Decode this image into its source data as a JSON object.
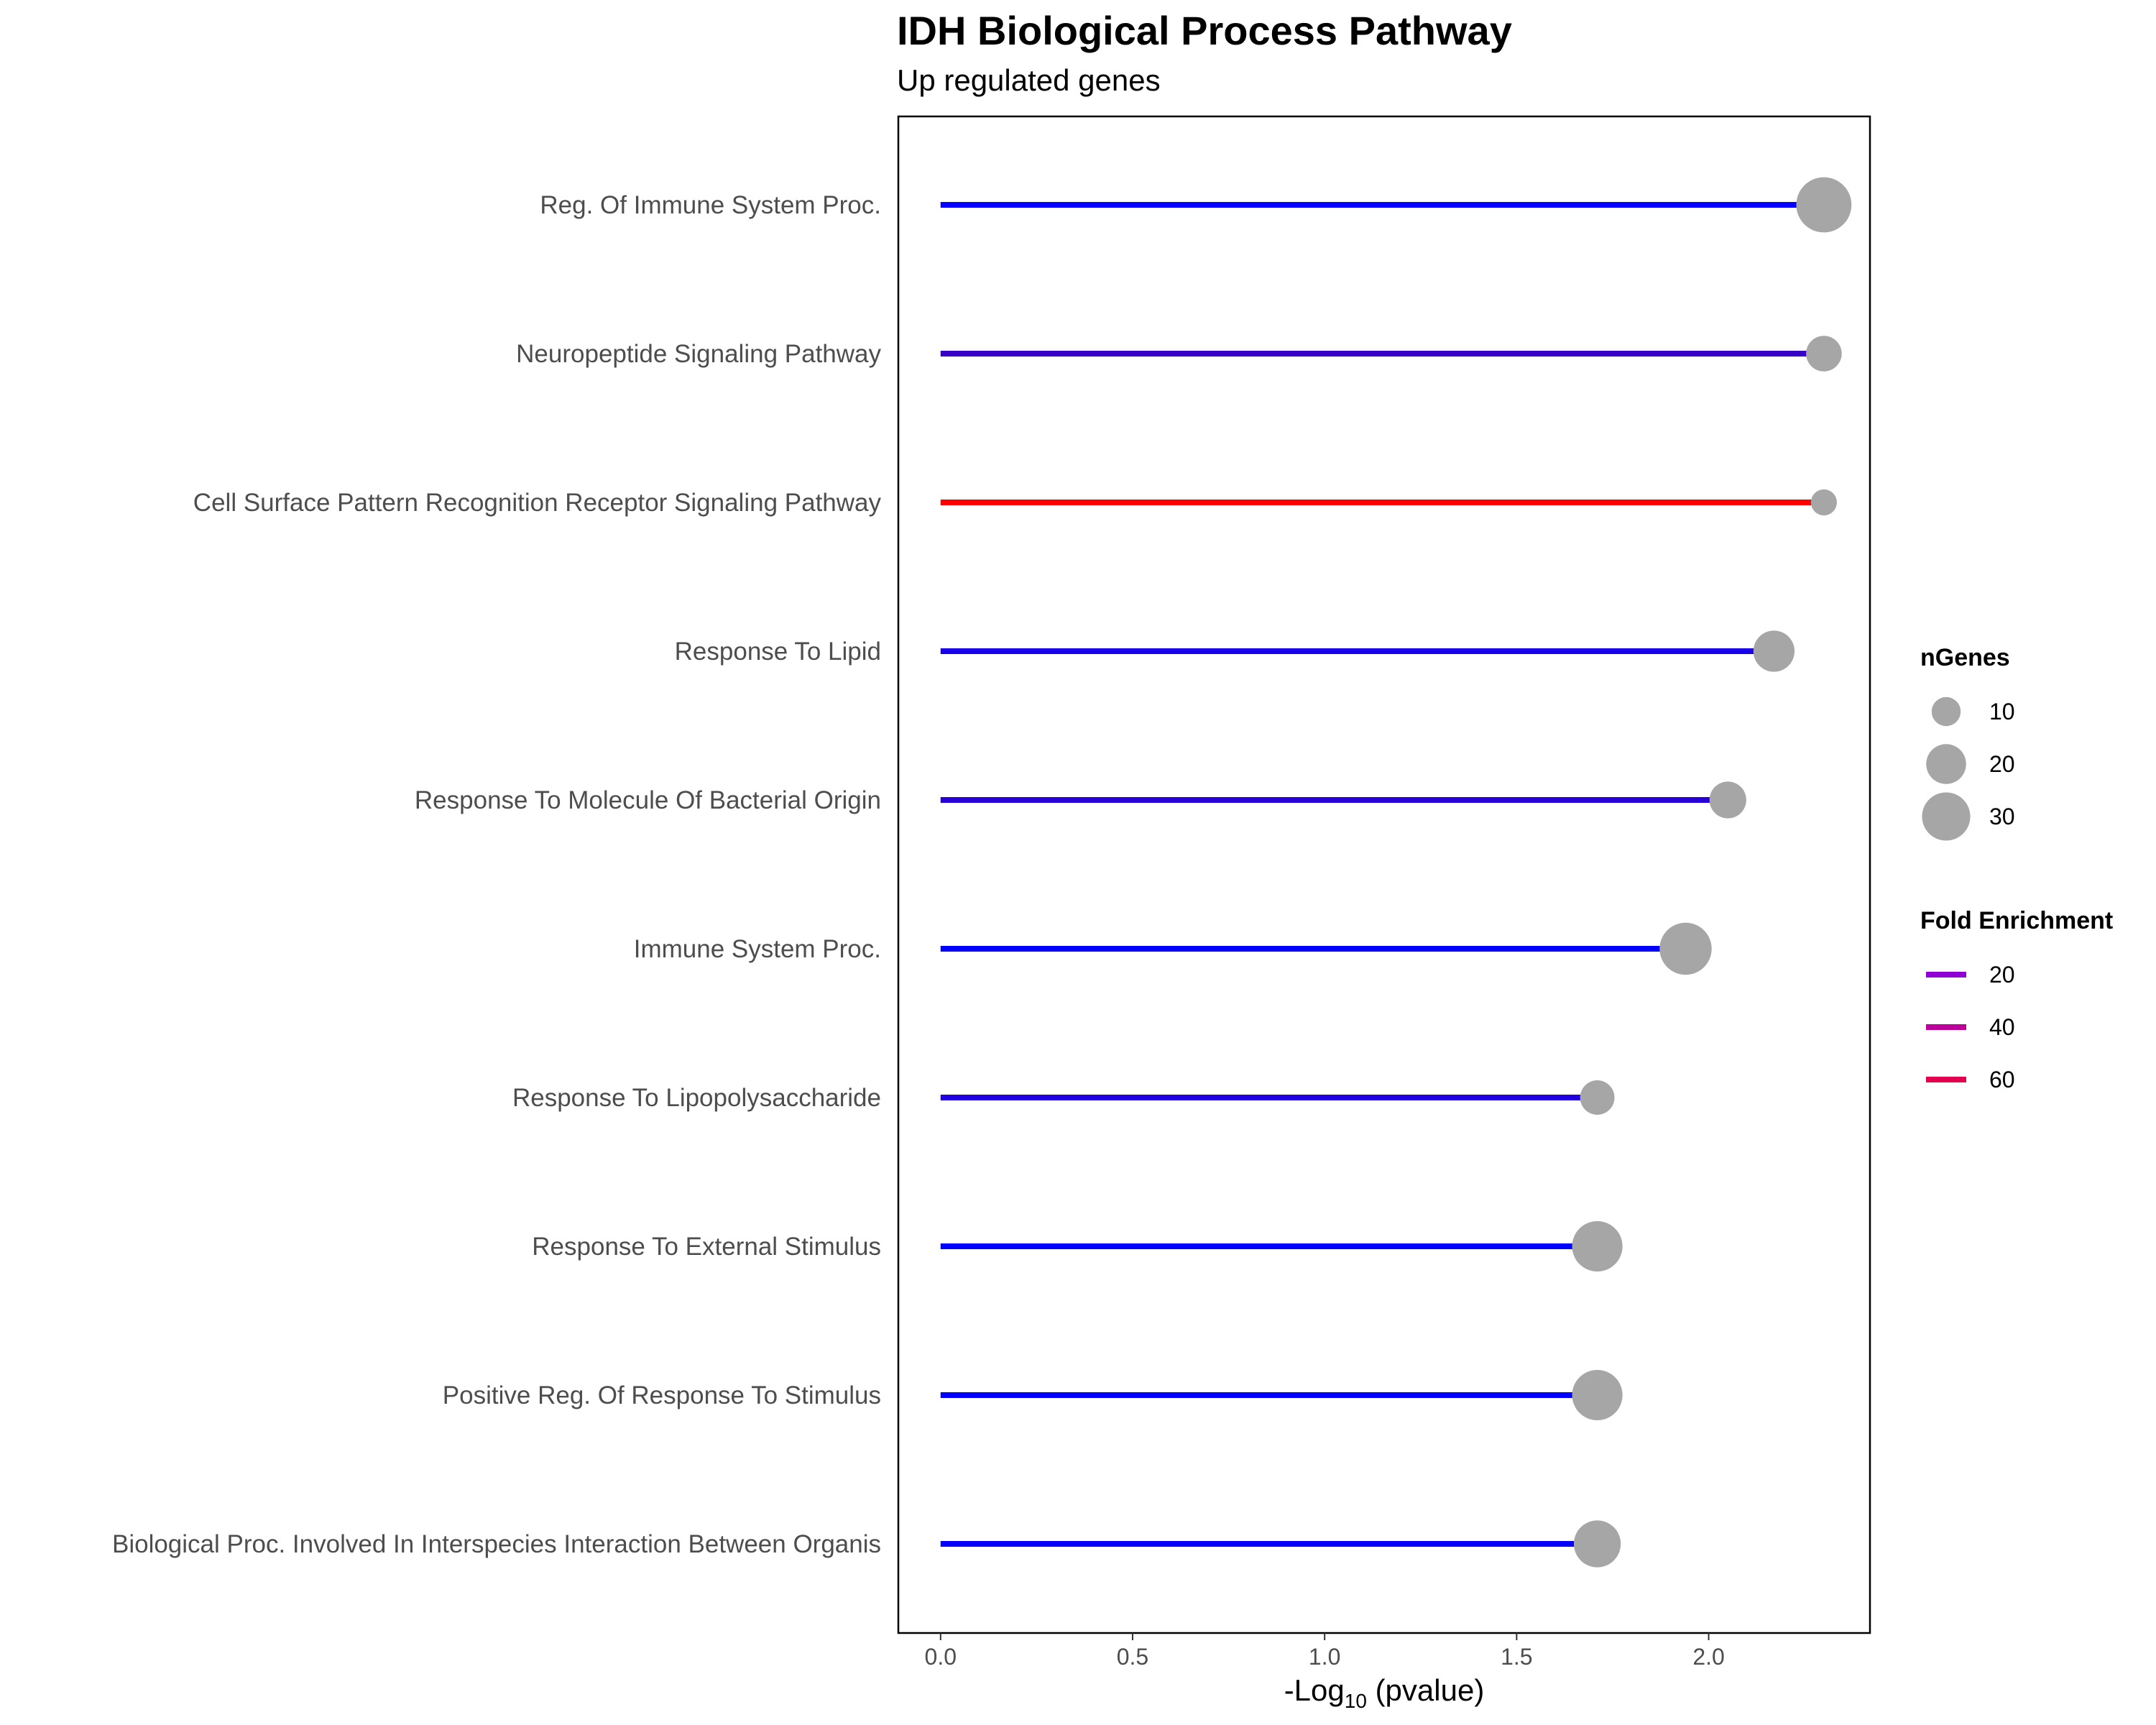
{
  "header": {
    "title": "IDH Biological Process Pathway",
    "subtitle": "Up regulated genes"
  },
  "chart_data": {
    "type": "lollipop",
    "categories": [
      "Reg. Of Immune System Proc.",
      "Neuropeptide Signaling Pathway",
      "Cell Surface Pattern Recognition Receptor Signaling Pathway",
      "Response To Lipid",
      "Response To Molecule Of Bacterial Origin",
      "Immune System Proc.",
      "Response To Lipopolysaccharide",
      "Response To External Stimulus",
      "Positive Reg. Of Response To Stimulus",
      "Biological Proc. Involved In Interspecies Interaction Between Organis"
    ],
    "values": [
      2.3,
      2.3,
      2.3,
      2.17,
      2.05,
      1.94,
      1.71,
      1.71,
      1.71,
      1.71
    ],
    "nGenes": [
      36,
      15,
      8,
      20,
      16,
      32,
      14,
      30,
      30,
      26
    ],
    "fold_enrichment": [
      4,
      17,
      67,
      9,
      13,
      3,
      11,
      3,
      3,
      4
    ],
    "xlim": [
      -0.11,
      2.42
    ],
    "xticks": [
      0.0,
      0.5,
      1.0,
      1.5,
      2.0
    ],
    "xtick_labels": [
      "0.0",
      "0.5",
      "1.0",
      "1.5",
      "2.0"
    ],
    "xlabel": {
      "main": "-Log",
      "sub": "10",
      "rest": " (pvalue)"
    },
    "point_color": "#a6a6a6",
    "color_scale": {
      "low": "#0000ff",
      "high": "#ff0000",
      "min": 3,
      "max": 67
    },
    "legend": {
      "size_title": "nGenes",
      "size_entries": [
        {
          "label": "10",
          "value": 10
        },
        {
          "label": "20",
          "value": 20
        },
        {
          "label": "30",
          "value": 30
        }
      ],
      "color_title": "Fold Enrichment",
      "color_entries": [
        {
          "label": "20",
          "color": "#8f00d4"
        },
        {
          "label": "40",
          "color": "#bd0099"
        },
        {
          "label": "60",
          "color": "#e3004f"
        }
      ],
      "position": "right"
    },
    "grid": false
  }
}
